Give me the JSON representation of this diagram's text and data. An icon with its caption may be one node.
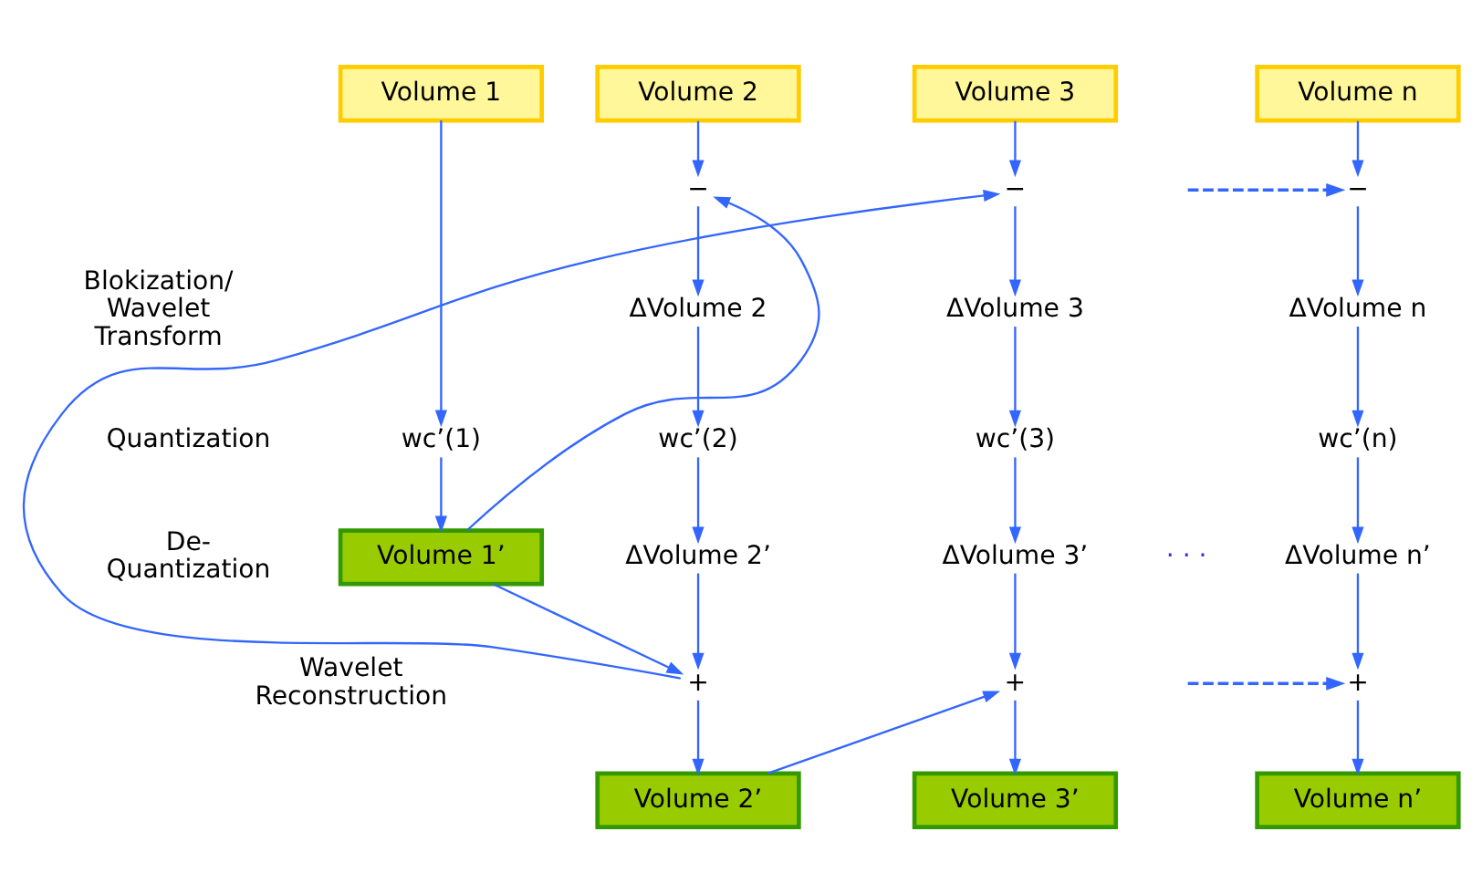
{
  "diagram": {
    "nodes": [
      {
        "text": [
          "Volume 1"
        ]
      },
      {
        "text": [
          "wc’(1)"
        ]
      },
      {
        "text": [
          "Volume 1’"
        ]
      },
      {
        "text": [
          "Volume 2"
        ]
      },
      {
        "text": [
          "−"
        ]
      },
      {
        "text": [
          "ΔVolume 2"
        ]
      },
      {
        "text": [
          "wc’(2)"
        ]
      },
      {
        "text": [
          "ΔVolume 2’"
        ]
      },
      {
        "text": [
          "+"
        ]
      },
      {
        "text": [
          "Volume 2’"
        ]
      },
      {
        "text": [
          "Volume 3"
        ]
      },
      {
        "text": [
          "−"
        ]
      },
      {
        "text": [
          "ΔVolume 3"
        ]
      },
      {
        "text": [
          "wc’(3)"
        ]
      },
      {
        "text": [
          "ΔVolume 3’"
        ]
      },
      {
        "text": [
          "+"
        ]
      },
      {
        "text": [
          "Volume 3’"
        ]
      },
      {
        "text": [
          "Volume n"
        ]
      },
      {
        "text": [
          "−"
        ]
      },
      {
        "text": [
          "ΔVolume n"
        ]
      },
      {
        "text": [
          "wc’(n)"
        ]
      },
      {
        "text": [
          "ΔVolume n’"
        ]
      },
      {
        "text": [
          "+"
        ]
      },
      {
        "text": [
          "Volume n’"
        ]
      }
    ],
    "edges": [
      {
        "from": 0,
        "to": 1,
        "arrow": "to"
      },
      {
        "from": 1,
        "to": 2,
        "arrow": "to"
      },
      {
        "from": 2,
        "to": 4,
        "arrow": "to"
      },
      {
        "from": 2,
        "to": 8,
        "arrow": "to"
      },
      {
        "from": 3,
        "to": 4,
        "arrow": "to"
      },
      {
        "from": 4,
        "to": 5,
        "arrow": "to"
      },
      {
        "from": 5,
        "to": 6,
        "arrow": "to"
      },
      {
        "from": 6,
        "to": 7,
        "arrow": "to"
      },
      {
        "from": 7,
        "to": 8,
        "arrow": "to"
      },
      {
        "from": 8,
        "to": 9,
        "arrow": "to"
      },
      {
        "from": 8,
        "to": 11,
        "arrow": "to"
      },
      {
        "from": 9,
        "to": 15,
        "arrow": "to"
      },
      {
        "from": 10,
        "to": 11,
        "arrow": "to"
      },
      {
        "from": 11,
        "to": 12,
        "arrow": "to"
      },
      {
        "from": 12,
        "to": 13,
        "arrow": "to"
      },
      {
        "from": 13,
        "to": 14,
        "arrow": "to"
      },
      {
        "from": 14,
        "to": 15,
        "arrow": "to"
      },
      {
        "from": 15,
        "to": 16,
        "arrow": "to"
      },
      {
        "from": null,
        "to": 18,
        "arrow": "to",
        "style": "dashed"
      },
      {
        "from": null,
        "to": 22,
        "arrow": "to",
        "style": "dashed"
      },
      {
        "from": 17,
        "to": 18,
        "arrow": "to"
      },
      {
        "from": 18,
        "to": 19,
        "arrow": "to"
      },
      {
        "from": 19,
        "to": 20,
        "arrow": "to"
      },
      {
        "from": 20,
        "to": 21,
        "arrow": "to"
      },
      {
        "from": 21,
        "to": 22,
        "arrow": "to"
      },
      {
        "from": 22,
        "to": 23,
        "arrow": "to"
      }
    ],
    "labels": [
      "Blokization/ Wavelet Transform",
      "Quantization",
      "De- Quantization",
      "Wavelet Reconstruction",
      "· · ·"
    ]
  }
}
